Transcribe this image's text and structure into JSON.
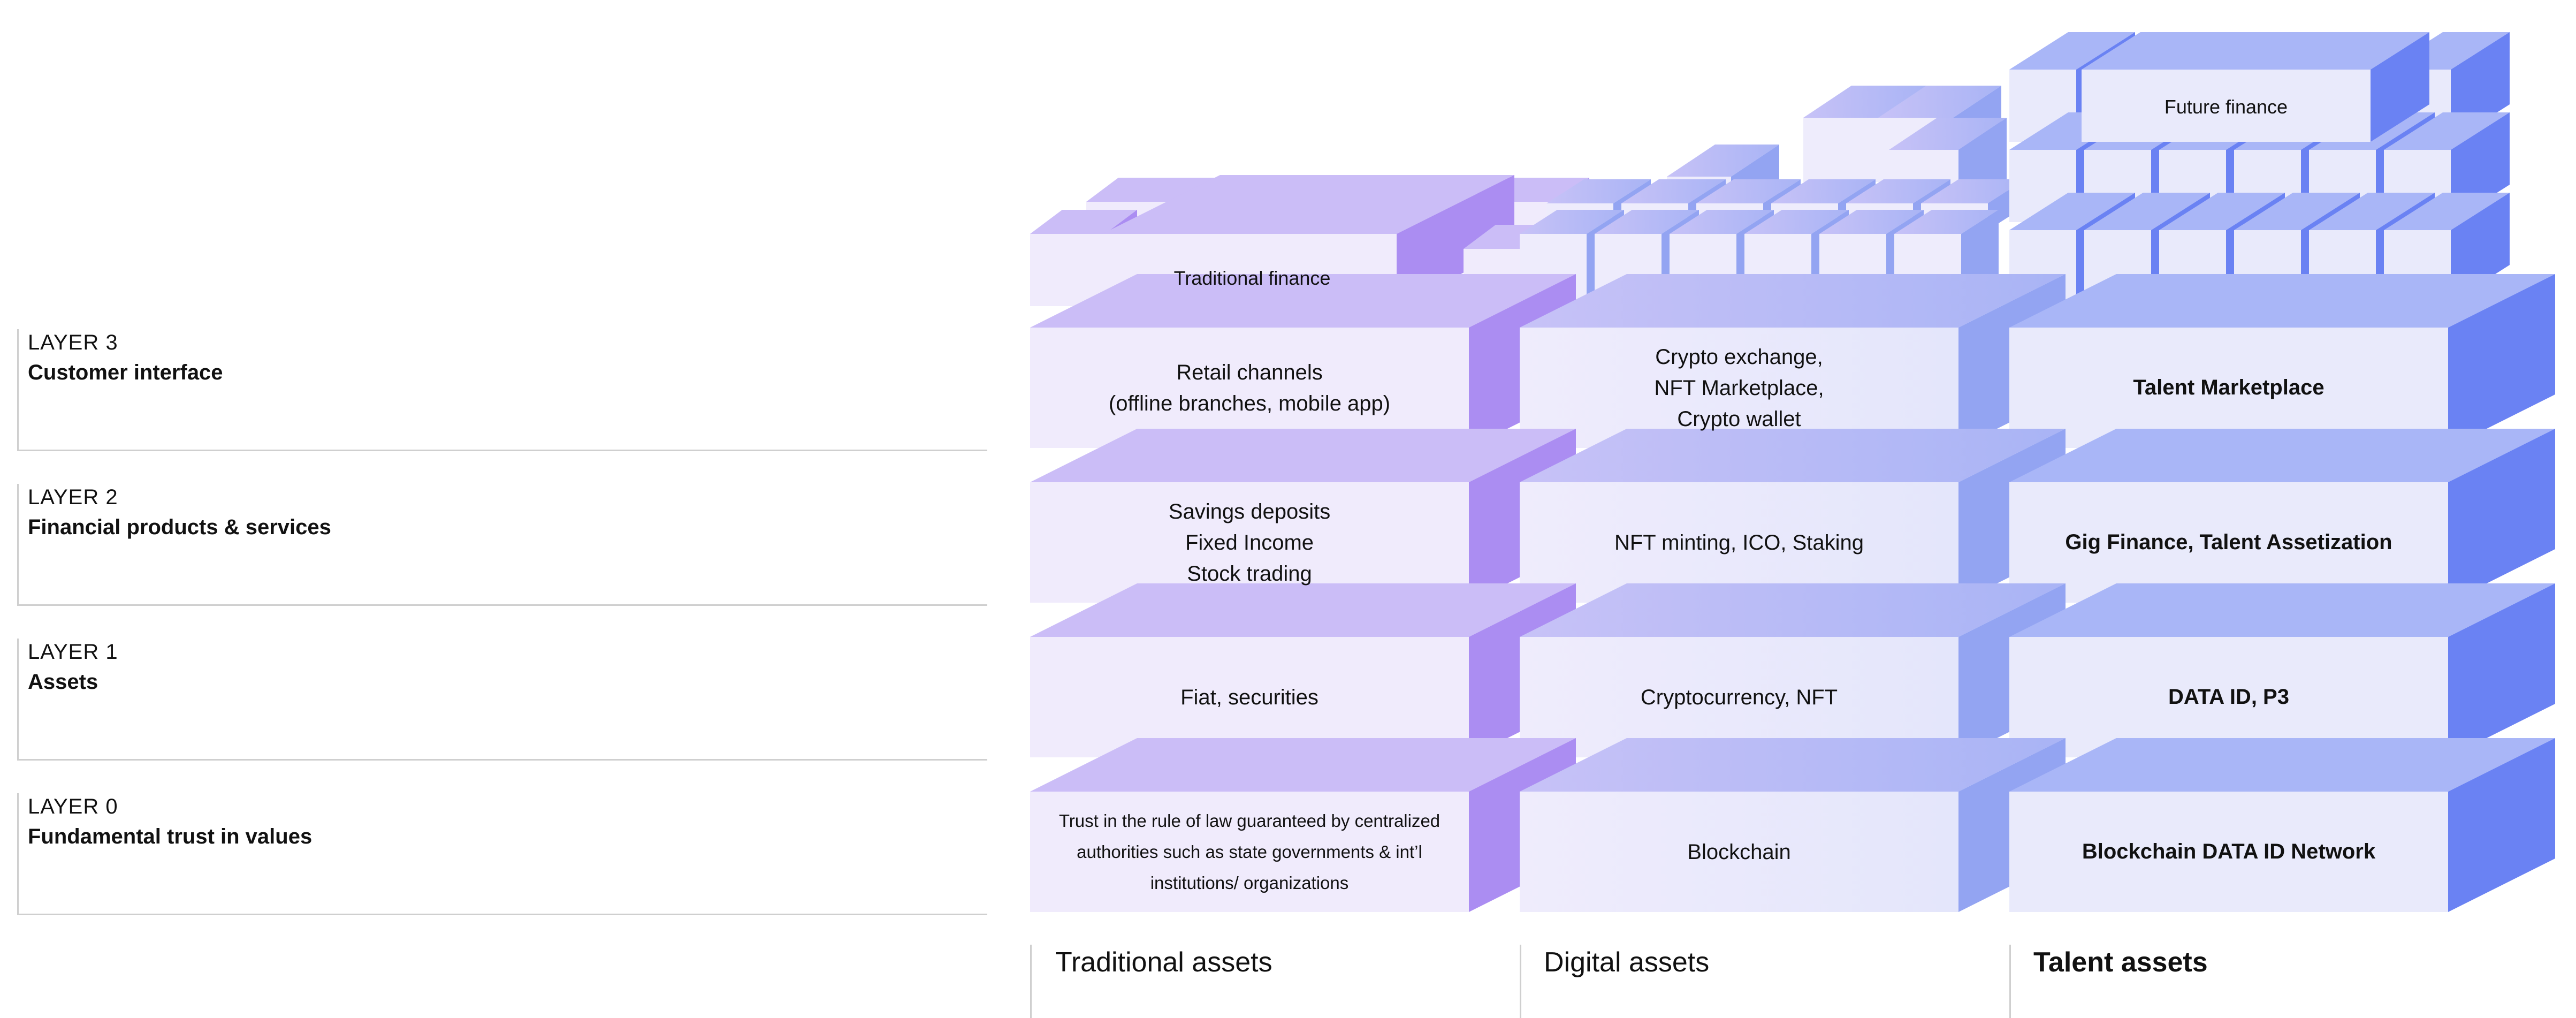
{
  "layers": [
    {
      "num": "LAYER 3",
      "name": "Customer interface"
    },
    {
      "num": "LAYER 2",
      "name": "Financial products & services"
    },
    {
      "num": "LAYER 1",
      "name": "Assets"
    },
    {
      "num": "LAYER 0",
      "name": "Fundamental trust in values"
    }
  ],
  "columns": {
    "traditional": {
      "label": "Traditional assets",
      "top": "Traditional finance",
      "cells": [
        "Retail channels\n(offline branches, mobile app)",
        "Savings deposits\nFixed Income\nStock trading",
        "Fiat, securities",
        "Trust in the rule of law guaranteed by centralized\nauthorities such as state governments & int’l\ninstitutions/ organizations"
      ]
    },
    "digital": {
      "label": "Digital assets",
      "cells": [
        "Crypto exchange,\nNFT Marketplace,\nCrypto wallet",
        "NFT minting, ICO, Staking",
        "Cryptocurrency, NFT",
        "Blockchain"
      ]
    },
    "talent": {
      "label": "Talent assets",
      "top": "Future finance",
      "cells": [
        "Talent Marketplace",
        "Gig Finance, Talent Assetization",
        "DATA ID, P3",
        "Blockchain DATA ID Network"
      ]
    }
  },
  "colors": {
    "trad_face": "#f0ebfc",
    "trad_top": "#cbbdf7",
    "trad_side": "#ab8df2",
    "dig_face": "#eceafb",
    "dig_top": "#bcbdf7",
    "dig_side": "#93a4f2",
    "tal_face": "#e9eafb",
    "tal_top": "#a9b6f7",
    "tal_side": "#6a82f3"
  }
}
